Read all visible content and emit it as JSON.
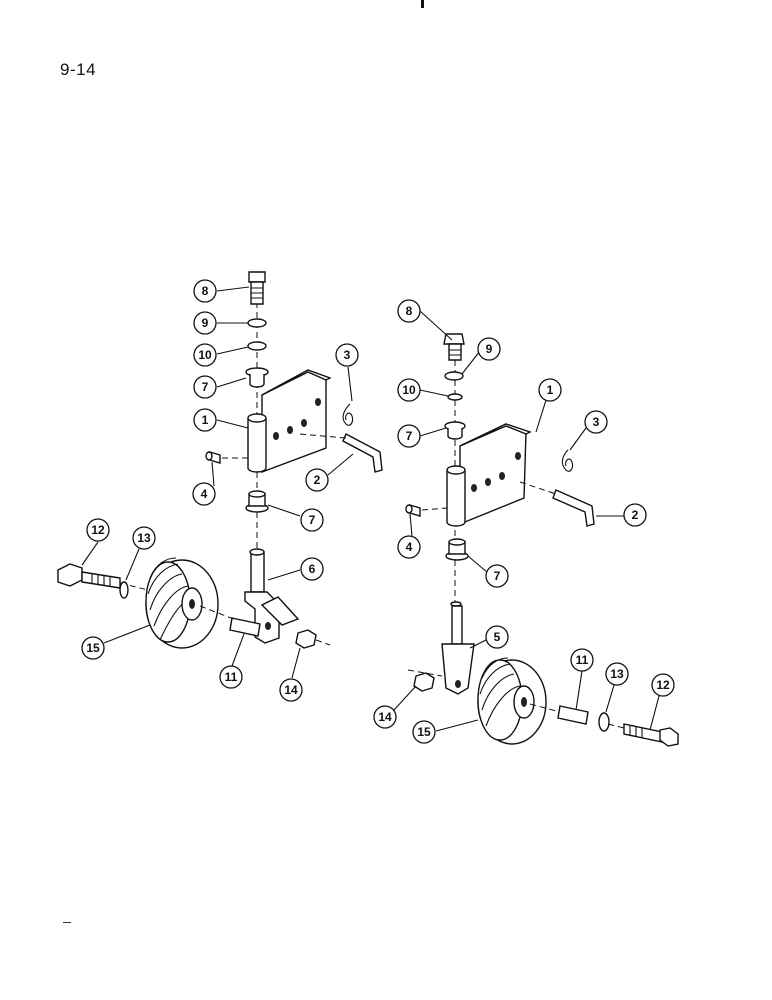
{
  "page": {
    "number": "9-14"
  },
  "callouts": {
    "left": [
      "8",
      "9",
      "10",
      "7",
      "1",
      "3",
      "2",
      "4",
      "7",
      "6",
      "12",
      "13",
      "15",
      "11",
      "14"
    ],
    "right": [
      "8",
      "9",
      "10",
      "7",
      "1",
      "3",
      "4",
      "2",
      "7",
      "5",
      "11",
      "13",
      "12",
      "14",
      "15"
    ]
  }
}
